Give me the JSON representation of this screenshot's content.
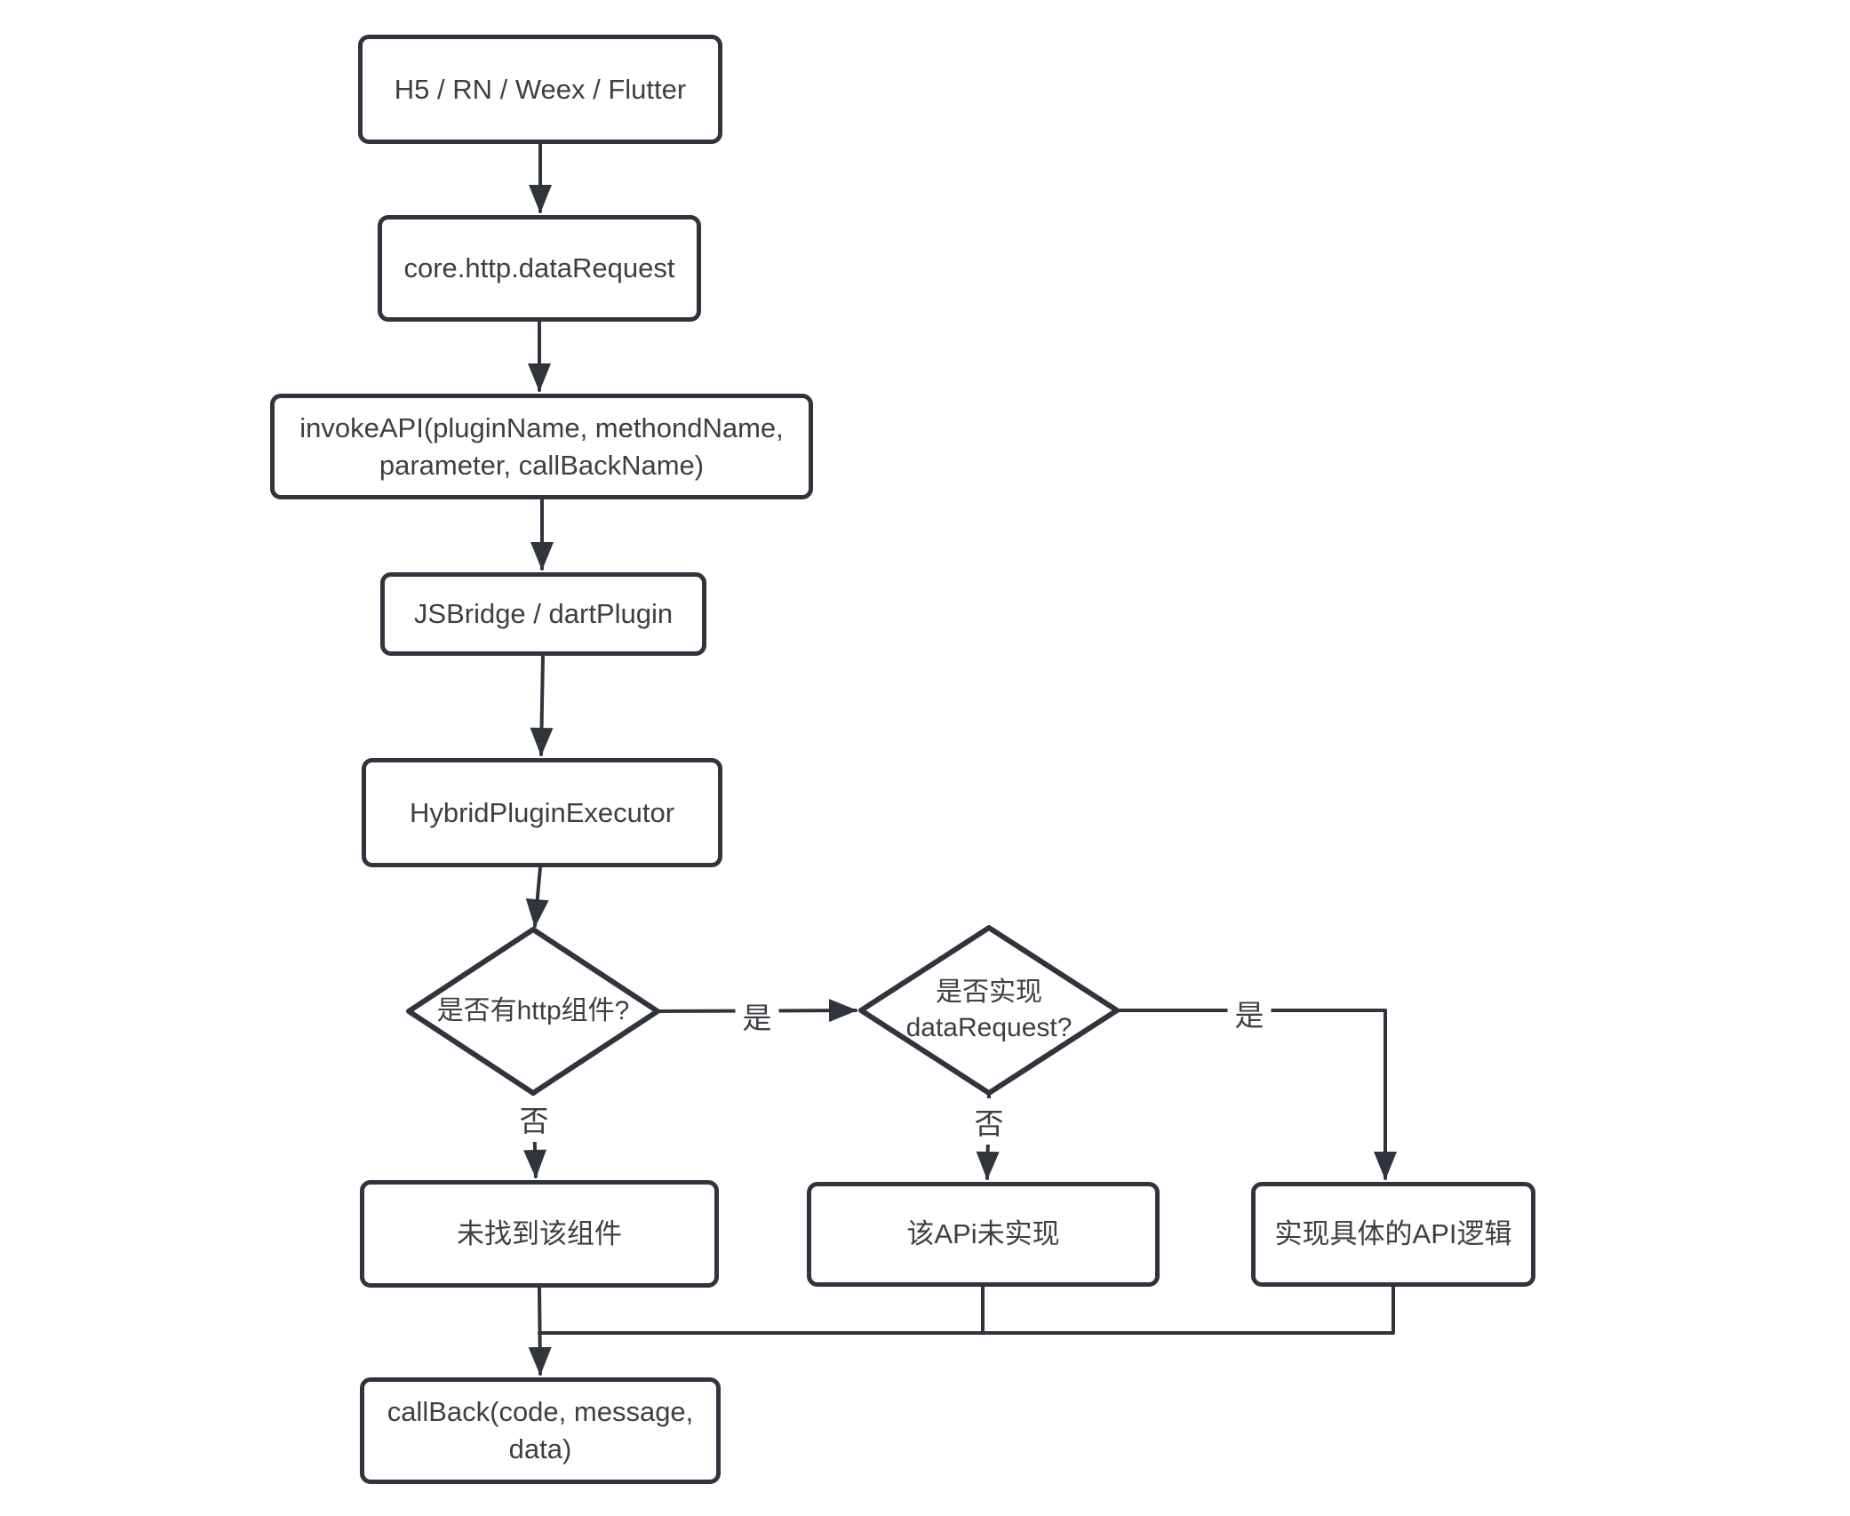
{
  "diagram": {
    "title": "hybrid http dataRequest flow",
    "colors": {
      "background": "#ffffff",
      "stroke": "#30353d",
      "text": "#3d3f44"
    },
    "nodes": {
      "h5": {
        "label": "H5 / RN / Weex / Flutter"
      },
      "core_http": {
        "label": "core.http.dataRequest"
      },
      "invoke_api": {
        "label": "invokeAPI(pluginName, methondName,\nparameter, callBackName)"
      },
      "jsbridge": {
        "label": "JSBridge / dartPlugin"
      },
      "hybrid_executor": {
        "label": "HybridPluginExecutor"
      },
      "decision_has_http": {
        "label": "是否有http组件?"
      },
      "decision_impl_datarequest": {
        "label": "是否实现\ndataRequest?"
      },
      "not_found": {
        "label": "未找到该组件"
      },
      "api_not_impl": {
        "label": "该APi未实现"
      },
      "impl_api_logic": {
        "label": "实现具体的API逻辑"
      },
      "callback": {
        "label": "callBack(code, message,\ndata)"
      }
    },
    "edges": {
      "yes1": "是",
      "no1": "否",
      "yes2": "是",
      "no2": "否"
    }
  }
}
